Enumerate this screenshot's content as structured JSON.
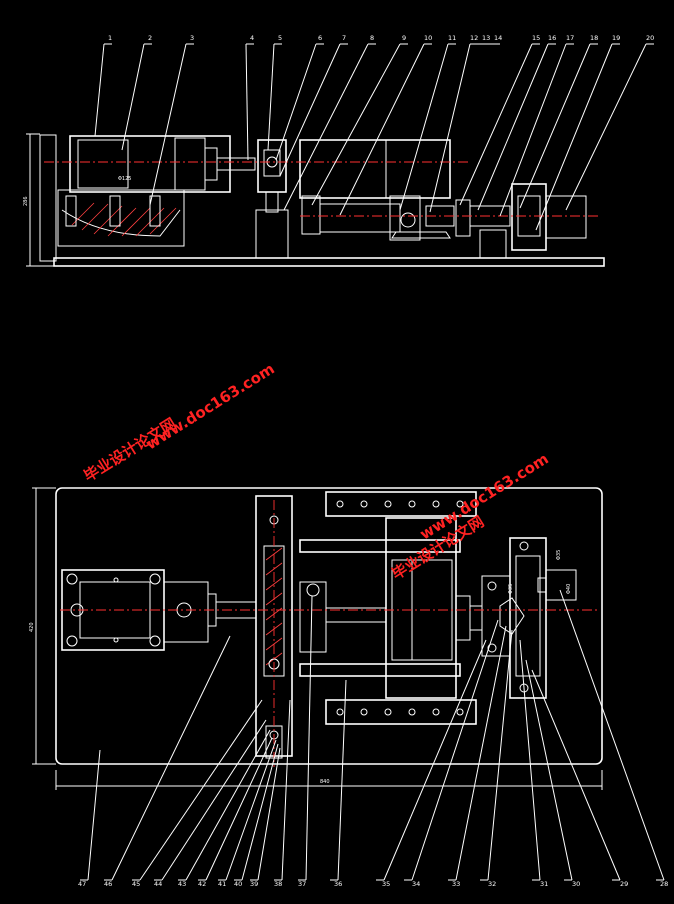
{
  "front_view": {
    "part_labels": [
      "1",
      "2",
      "3",
      "4",
      "5",
      "6",
      "7",
      "8",
      "9",
      "10",
      "11",
      "12",
      "13",
      "14",
      "15",
      "16",
      "17",
      "18",
      "19",
      "20"
    ],
    "dim_height": "286",
    "dim_note": "Φ125"
  },
  "plan_view": {
    "part_labels": [
      "47",
      "46",
      "45",
      "44",
      "43",
      "42",
      "41",
      "40",
      "39",
      "38",
      "37",
      "36",
      "35",
      "34",
      "33",
      "32",
      "31",
      "30",
      "29",
      "28"
    ],
    "dim_width": "840",
    "dim_height": "420",
    "dim_notes": [
      "Φ35",
      "Φ35",
      "Φ40"
    ]
  },
  "watermark": {
    "text_cn": "毕业设计论文网",
    "text_url": "www.doc163.com"
  },
  "colors": {
    "background": "#000000",
    "line": "#ffffff",
    "centerline": "#ff3030",
    "watermark": "#ff2222"
  }
}
